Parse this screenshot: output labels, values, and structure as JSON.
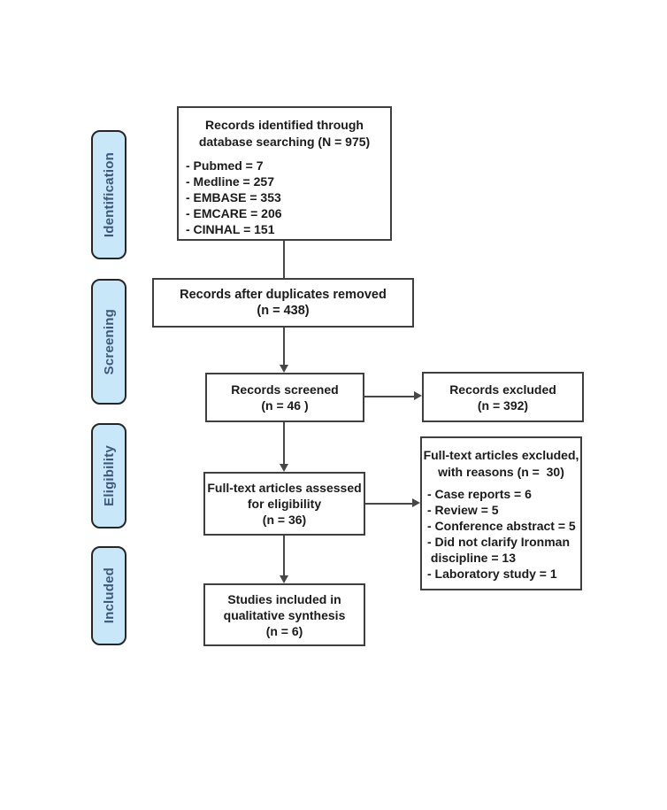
{
  "diagram_type": "prisma-flow",
  "palette": {
    "background": "#ffffff",
    "stage_fill": "#c8e7f8",
    "stage_border": "#262626",
    "stage_text": "#3b5a7a",
    "box_border": "#3f3f3f",
    "box_text": "#1b1b1b",
    "connector": "#474747"
  },
  "stages": [
    {
      "label": "Identification"
    },
    {
      "label": "Screening"
    },
    {
      "label": "Eligibility"
    },
    {
      "label": "Included"
    }
  ],
  "boxes": {
    "identified": {
      "title_lines": [
        "Records identified through",
        "database searching (N = 975)"
      ],
      "items": [
        "- Pubmed = 7",
        "- Medline = 257",
        "- EMBASE = 353",
        "- EMCARE = 206",
        "- CINHAL = 151"
      ]
    },
    "duplicates_removed": {
      "lines": [
        "Records after duplicates removed",
        "(n = 438)"
      ]
    },
    "screened": {
      "lines": [
        "Records screened",
        "(n = 46 )"
      ]
    },
    "records_excluded": {
      "lines": [
        "Records excluded",
        "(n = 392)"
      ]
    },
    "fulltext_assessed": {
      "lines": [
        "Full-text articles assessed",
        "for eligibility",
        "(n = 36)"
      ]
    },
    "fulltext_excluded": {
      "title_lines": [
        "Full-text articles excluded,",
        "with reasons (n =  30)"
      ],
      "reason_lines": [
        "- Case reports = 6",
        "- Review = 5",
        "- Conference abstract = 5",
        "- Did not clarify Ironman",
        " discipline = 13",
        "- Laboratory study = 1"
      ]
    },
    "included_synthesis": {
      "lines": [
        "Studies included in",
        "qualitative synthesis",
        "(n = 6)"
      ]
    }
  }
}
